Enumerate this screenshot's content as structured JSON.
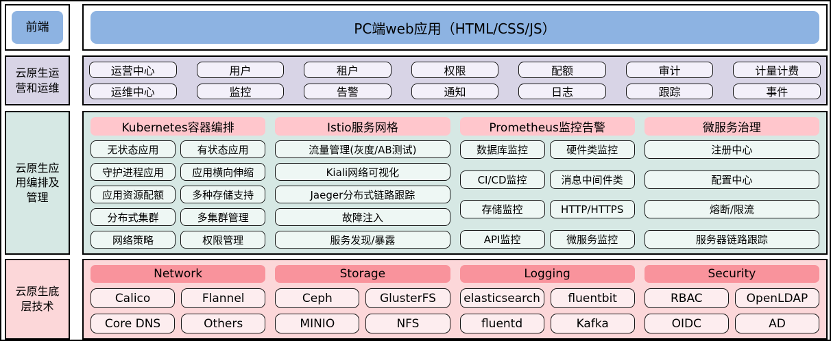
{
  "frontend": {
    "label": "前端",
    "banner": "PC端web应用（HTML/CSS/JS）"
  },
  "ops": {
    "label": "云原生运营和运维",
    "rows": [
      [
        "运营中心",
        "用户",
        "租户",
        "权限",
        "配额",
        "审计",
        "计量计费"
      ],
      [
        "运维中心",
        "监控",
        "告警",
        "通知",
        "日志",
        "跟踪",
        "事件"
      ]
    ]
  },
  "app": {
    "label": "云原生应用编排及管理",
    "columns": [
      {
        "title": "Kubernetes容器编排",
        "items": [
          "无状态应用",
          "有状态应用",
          "守护进程应用",
          "应用横向伸缩",
          "应用资源配额",
          "多种存储支持",
          "分布式集群",
          "多集群管理",
          "网络策略",
          "权限管理"
        ]
      },
      {
        "title": "Istio服务网格",
        "items": [
          "流量管理(灰度/AB测试)",
          "Kiali网络可视化",
          "Jaeger分布式链路跟踪",
          "故障注入",
          "服务发现/暴露"
        ]
      },
      {
        "title": "Prometheus监控告警",
        "items": [
          "数据库监控",
          "硬件类监控",
          "CI/CD监控",
          "消息中间件类",
          "存储监控",
          "HTTP/HTTPS",
          "API监控",
          "微服务监控"
        ]
      },
      {
        "title": "微服务治理",
        "items": [
          "注册中心",
          "配置中心",
          "熔断/限流",
          "服务器链路跟踪"
        ]
      }
    ]
  },
  "infra": {
    "label": "云原生底层技术",
    "columns": [
      {
        "title": "Network",
        "items": [
          "Calico",
          "Flannel",
          "Core DNS",
          "Others"
        ]
      },
      {
        "title": "Storage",
        "items": [
          "Ceph",
          "GlusterFS",
          "MINIO",
          "NFS"
        ]
      },
      {
        "title": "Logging",
        "items": [
          "elasticsearch",
          "fluentbit",
          "fluentd",
          "Kafka"
        ]
      },
      {
        "title": "Security",
        "items": [
          "RBAC",
          "OpenLDAP",
          "OIDC",
          "AD"
        ]
      }
    ]
  },
  "colors": {
    "blue_banner": "#8db3e2",
    "lavender_bg": "#d8d4e6",
    "lavender_button": "#f3f0fa",
    "teal_bg": "#d6e8e4",
    "teal_button": "#eef7f4",
    "pink_column_header": "#ffc6cc",
    "pink_bg": "#fcd7d9",
    "salmon_column_header": "#f9939c",
    "pink_button": "#fdedef",
    "border": "#000000"
  }
}
